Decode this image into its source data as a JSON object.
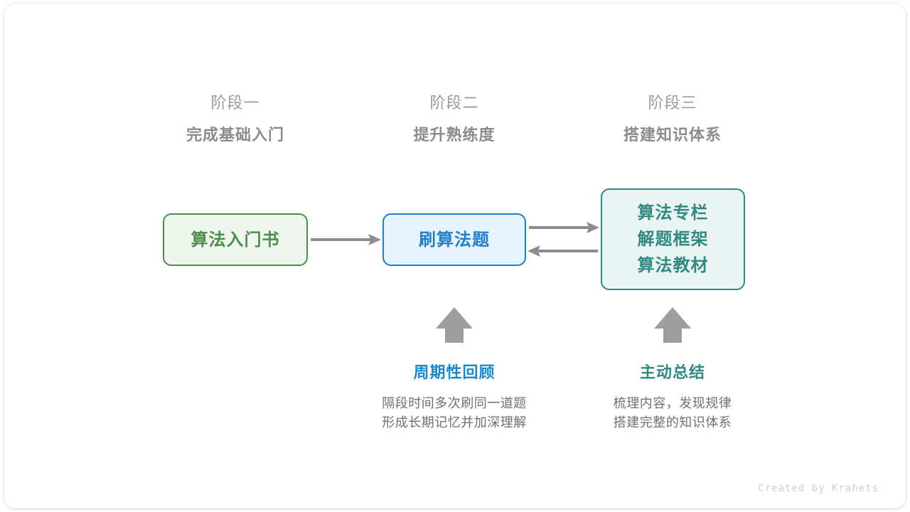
{
  "canvas": {
    "background": "#ffffff",
    "card_background": "#ffffff"
  },
  "stages": [
    {
      "number": "阶段一",
      "title": "完成基础入门"
    },
    {
      "number": "阶段二",
      "title": "提升熟练度"
    },
    {
      "number": "阶段三",
      "title": "搭建知识体系"
    }
  ],
  "nodes": [
    {
      "id": "book",
      "lines": [
        "算法入门书"
      ],
      "text_color": "#4e8c4a",
      "border_color": "#4e8c4a",
      "fill_color": "#eef6ee"
    },
    {
      "id": "practice",
      "lines": [
        "刷算法题"
      ],
      "text_color": "#2080d0",
      "border_color": "#1a7fd4",
      "fill_color": "#e8f4fd"
    },
    {
      "id": "resources",
      "lines": [
        "算法专栏",
        "解题框架",
        "算法教材"
      ],
      "text_color": "#2f8a81",
      "border_color": "#2f8a81",
      "fill_color": "#eaf4f2"
    }
  ],
  "arrows": {
    "color": "#8c8c8c",
    "items": [
      {
        "name": "book-to-practice",
        "direction": "right"
      },
      {
        "name": "practice-to-resources",
        "direction": "right"
      },
      {
        "name": "resources-to-practice",
        "direction": "left"
      },
      {
        "name": "review-up",
        "direction": "up"
      },
      {
        "name": "summary-up",
        "direction": "up"
      }
    ]
  },
  "notes": [
    {
      "id": "review",
      "title": "周期性回顾",
      "title_color": "#1a88d0",
      "desc_line_1": "隔段时间多次刷同一道题",
      "desc_line_2": "形成长期记忆并加深理解"
    },
    {
      "id": "summary",
      "title": "主动总结",
      "title_color": "#2f8a81",
      "desc_line_1": "梳理内容，发现规律",
      "desc_line_2": "搭建完整的知识体系"
    }
  ],
  "credit": "Created by Krahets"
}
